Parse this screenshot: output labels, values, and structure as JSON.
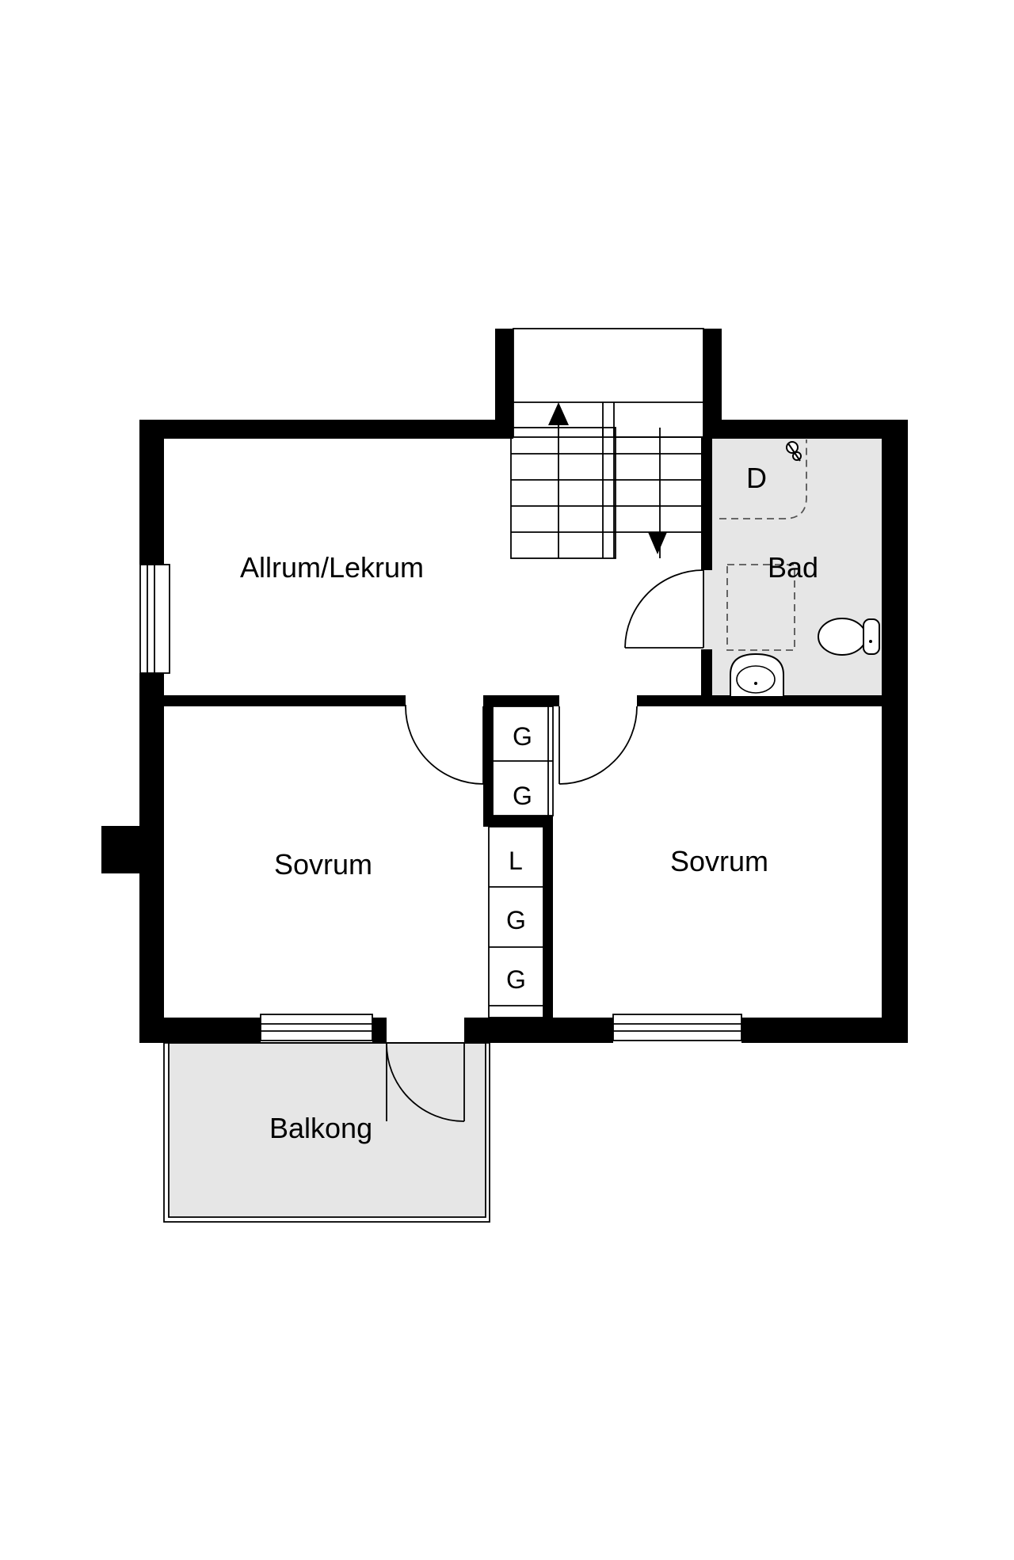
{
  "floor_plan": {
    "rooms": {
      "allrum": "Allrum/Lekrum",
      "bad": "Bad",
      "bad_shower": "D",
      "sovrum_left": "Sovrum",
      "sovrum_right": "Sovrum",
      "balkong": "Balkong"
    },
    "closets": [
      "G",
      "G",
      "L",
      "G",
      "G"
    ]
  },
  "colors": {
    "wall": "#000000",
    "wet_room_fill": "#e6e6e6",
    "background": "#ffffff"
  }
}
